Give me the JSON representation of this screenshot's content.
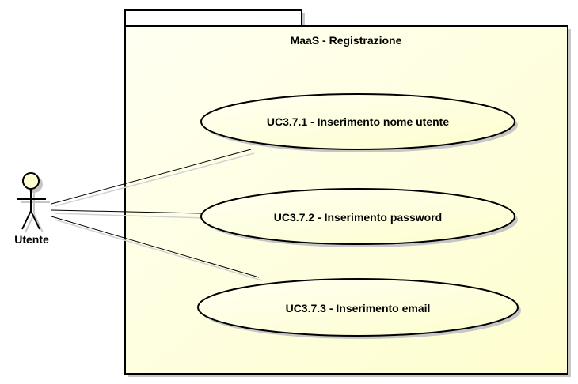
{
  "package": {
    "title": "MaaS - Registrazione"
  },
  "actor": {
    "name": "Utente"
  },
  "use_cases": [
    {
      "label": "UC3.7.1 - Inserimento nome utente"
    },
    {
      "label": "UC3.7.2 - Inserimento password"
    },
    {
      "label": "UC3.7.3 - Inserimento email"
    }
  ],
  "colors": {
    "fill_light": "#fffff2",
    "fill_dark": "#fefece",
    "stroke": "#000000",
    "shadow": "#c6c6c6",
    "actor_fill": "#fefece"
  }
}
